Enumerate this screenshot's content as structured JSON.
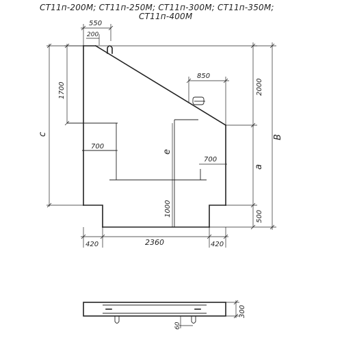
{
  "title": {
    "line1": "СТ11п-200М; СТ11п-250М; СТ11п-300М; СТ11п-350М;",
    "line2": "СТ11п-400М"
  },
  "dimensions": {
    "top_550": "550",
    "top_200": "200",
    "left_1700": "1700",
    "left_c": "с",
    "right_850": "850",
    "right_2000": "2000",
    "right_B": "В",
    "right_a": "а",
    "right_500": "500",
    "mid_700_left": "700",
    "mid_700_right": "700",
    "center_e": "е",
    "center_1000": "1000",
    "bottom_420_left": "420",
    "bottom_2360": "2360",
    "bottom_420_right": "420",
    "section_300": "300",
    "section_60": "60"
  }
}
